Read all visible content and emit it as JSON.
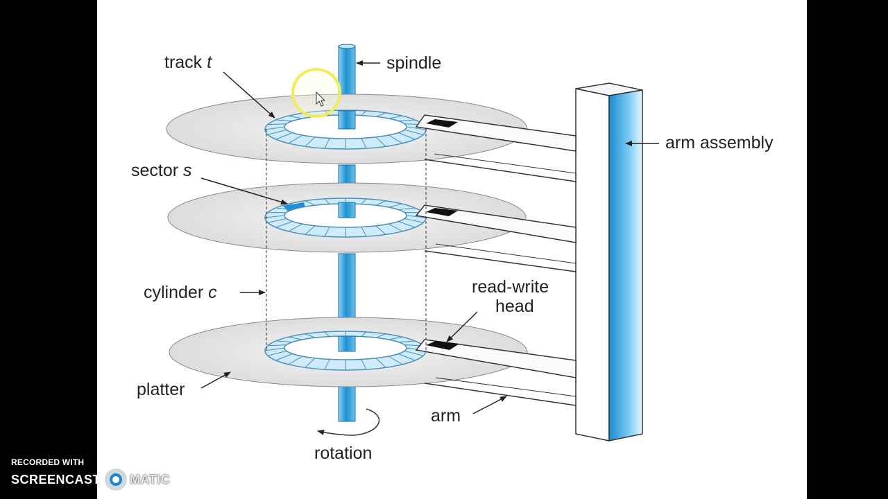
{
  "diagram": {
    "labels": {
      "track": "track",
      "track_var": "t",
      "spindle": "spindle",
      "arm_assembly": "arm assembly",
      "sector": "sector",
      "sector_var": "s",
      "cylinder": "cylinder",
      "cylinder_var": "c",
      "read_write_line1": "read-write",
      "read_write_line2": "head",
      "platter": "platter",
      "arm": "arm",
      "rotation": "rotation"
    }
  },
  "watermark": {
    "recorded_with": "RECORDED WITH",
    "brand_left": "SCREENCAST",
    "brand_right": "MATIC"
  },
  "colors": {
    "spindle_blue": "#2a9ad8",
    "platter_gray": "#e2e2e2",
    "track_blue": "#cfeaf8",
    "sector_highlight": "#1e8fd6",
    "cursor_ring": "#f2ec5a"
  }
}
